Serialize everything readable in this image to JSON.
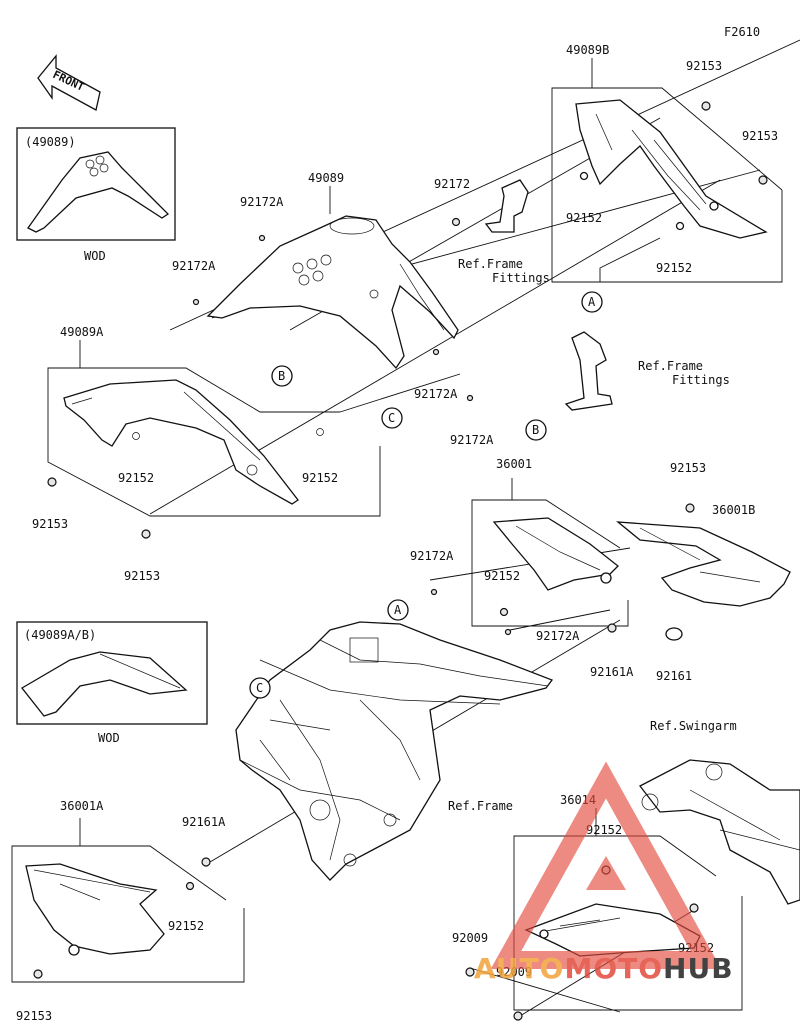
{
  "figure_code": "F2610",
  "front_text": "FRONT",
  "inset_top": {
    "title": "(49089)",
    "note": "WOD"
  },
  "inset_mid": {
    "title": "(49089A/B)",
    "note": "WOD"
  },
  "labels": {
    "p49089B": "49089B",
    "p92153_a": "92153",
    "p92153_b": "92153",
    "p49089": "49089",
    "p92172A_a": "92172A",
    "p92172": "92172",
    "p92152_a": "92152",
    "ref_frame_fit_1a": "Ref.Frame",
    "ref_frame_fit_1b": "Fittings",
    "p92172A_b": "92172A",
    "p92152_b": "92152",
    "callout_A1": "A",
    "p49089A": "49089A",
    "callout_B1": "B",
    "callout_C1": "C",
    "p92172A_c": "92172A",
    "ref_frame_fit_2a": "Ref.Frame",
    "ref_frame_fit_2b": "Fittings",
    "p92172A_d": "92172A",
    "p92152_c": "92152",
    "p92152_d": "92152",
    "callout_B2": "B",
    "p92153_c": "92153",
    "p92153_d": "92153",
    "p36001": "36001",
    "p92153_e": "92153",
    "p36001B": "36001B",
    "p92172A_e": "92172A",
    "p92152_e": "92152",
    "p92172A_f": "92172A",
    "callout_A2": "A",
    "p92161A_a": "92161A",
    "p92161": "92161",
    "callout_C2": "C",
    "ref_swingarm": "Ref.Swingarm",
    "p36001A": "36001A",
    "p92161A_b": "92161A",
    "ref_frame": "Ref.Frame",
    "p36014": "36014",
    "p92152_f": "92152",
    "p92152_g": "92152",
    "p92152_h": "92152",
    "p92009_a": "92009",
    "p92009_b": "92009",
    "p92153_f": "92153"
  },
  "watermark": {
    "prefix": "AUTO",
    "middle": "MOTO",
    "suffix": "HUB",
    "colors": {
      "auto": "#f2a33a",
      "moto": "#e34a3c",
      "hub": "#222222"
    }
  }
}
